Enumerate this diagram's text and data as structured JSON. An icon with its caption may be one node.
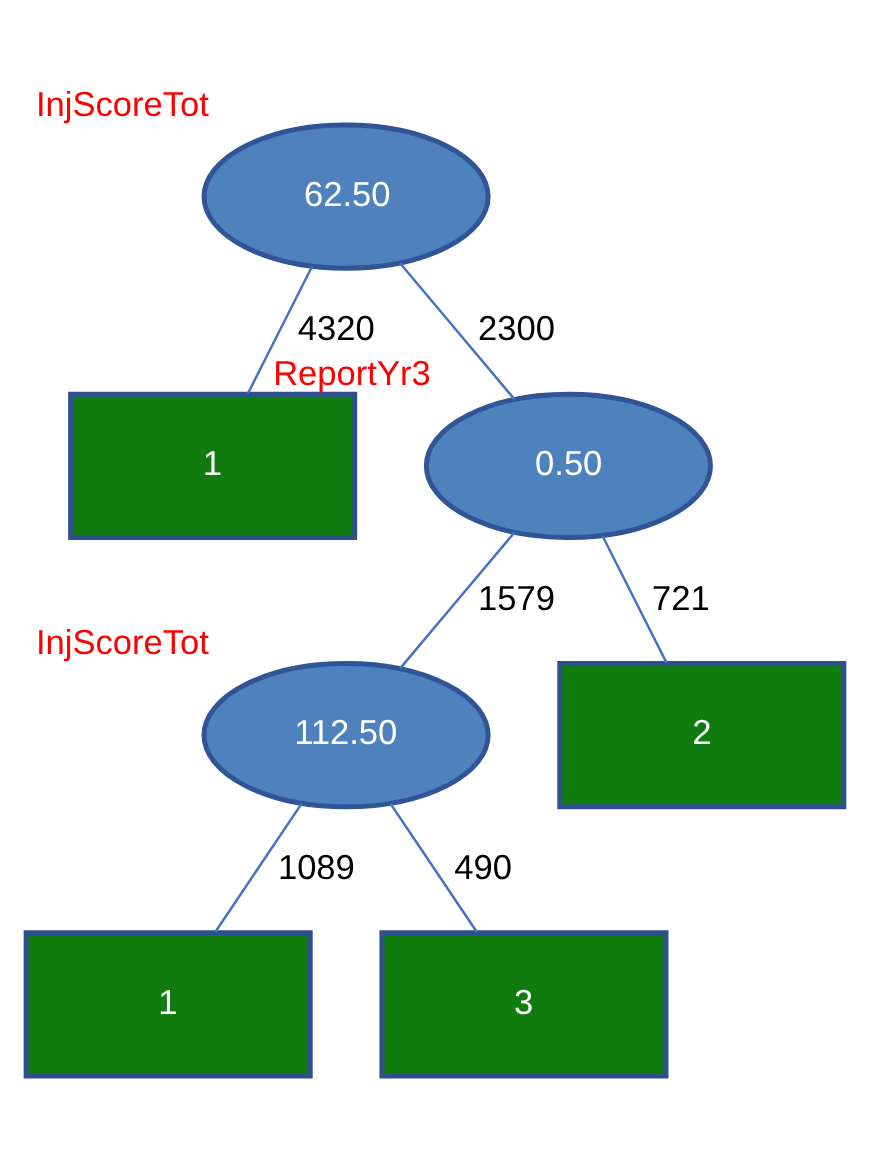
{
  "diagram": {
    "nodes": [
      {
        "text": [
          "InjScoreTot",
          "62.50"
        ]
      },
      {
        "text": [
          "1"
        ]
      },
      {
        "text": [
          "ReportYr3",
          "0.50"
        ]
      },
      {
        "text": [
          "InjScoreTot",
          "112.50"
        ]
      },
      {
        "text": [
          "2"
        ]
      },
      {
        "text": [
          "1"
        ]
      },
      {
        "text": [
          "3"
        ]
      }
    ],
    "edges": [
      {
        "from": 0,
        "to": 1,
        "arrow": "none",
        "label": "4320"
      },
      {
        "from": 0,
        "to": 2,
        "arrow": "none",
        "label": "2300"
      },
      {
        "from": 2,
        "to": 3,
        "arrow": "none",
        "label": "1579"
      },
      {
        "from": 2,
        "to": 4,
        "arrow": "none",
        "label": "721"
      },
      {
        "from": 3,
        "to": 5,
        "arrow": "none",
        "label": "1089"
      },
      {
        "from": 3,
        "to": 6,
        "arrow": "none",
        "label": "490"
      }
    ]
  }
}
